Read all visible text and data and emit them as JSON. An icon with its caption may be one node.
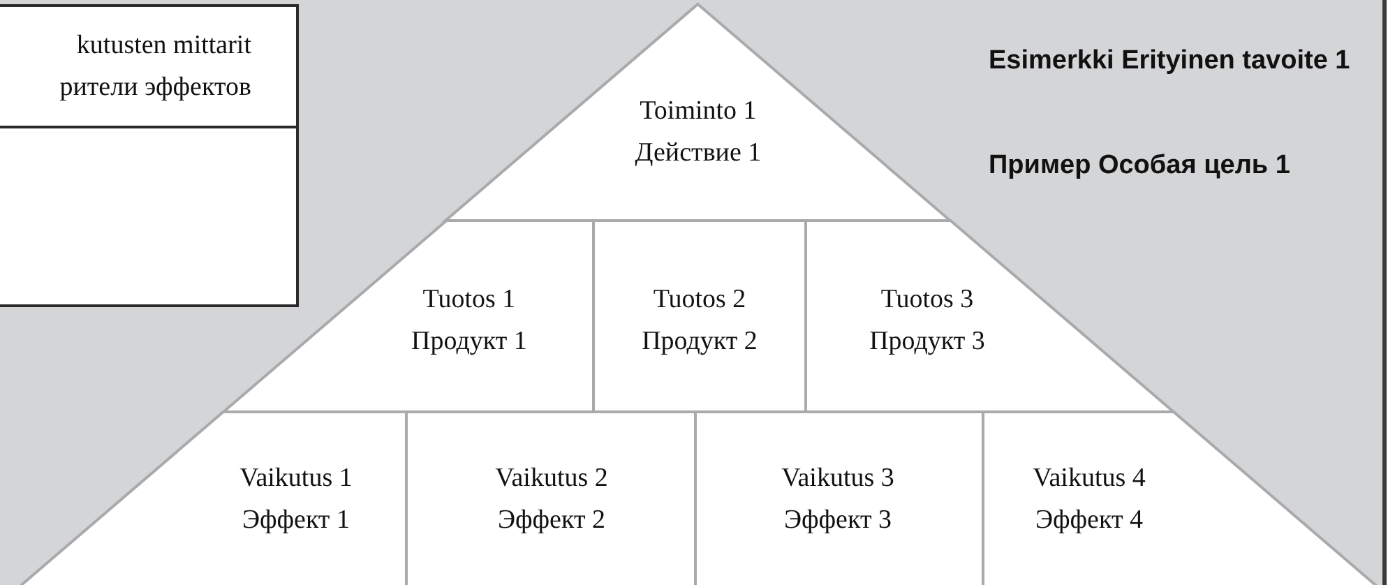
{
  "diagram": {
    "nodes": [
      {
        "text": [
          "kutusten mittarit",
          "рители эффектов"
        ]
      },
      {
        "text": [
          "Toiminto 1",
          "Действие 1"
        ]
      },
      {
        "text": [
          "Tuotos 1",
          "Продукт 1"
        ]
      },
      {
        "text": [
          "Tuotos 2",
          "Продукт 2"
        ]
      },
      {
        "text": [
          "Tuotos 3",
          "Продукт 3"
        ]
      },
      {
        "text": [
          "Vaikutus 1",
          "Эффект 1"
        ]
      },
      {
        "text": [
          "Vaikutus 2",
          "Эффект 2"
        ]
      },
      {
        "text": [
          "Vaikutus 3",
          "Эффект 3"
        ]
      },
      {
        "text": [
          "Vaikutus 4",
          "Эффект 4"
        ]
      }
    ],
    "labels": [
      "Esimerkki Erityinen tavoite 1",
      "Пример Особая цель 1"
    ]
  }
}
